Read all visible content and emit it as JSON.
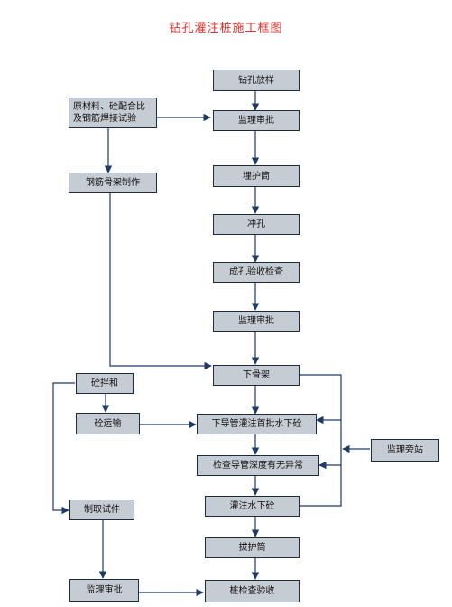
{
  "title": "钻孔灌注桩施工框图",
  "nodes": {
    "n1": "钻孔放样",
    "n2": "监理审批",
    "n3": "埋护筒",
    "n4": "冲孔",
    "n5": "成孔验收检查",
    "n6": "监理审批",
    "n7": "下骨架",
    "n8": "下导管灌注首批水下砼",
    "n9": "检查导管深度有无异常",
    "n10": "灌注水下砼",
    "n11": "拔护筒",
    "n12": "桩检查验收",
    "l1": "原材料、砼配合比\n及钢筋焊接试验",
    "l2": "钢筋骨架制作",
    "l3": "砼拌和",
    "l4": "砼运输",
    "l5": "制取试件",
    "l6": "监理审批",
    "r1": "监理旁站"
  },
  "colors": {
    "box_fill": "#c6ccd4",
    "line": "#1f3a66",
    "title": "#e0302b"
  }
}
